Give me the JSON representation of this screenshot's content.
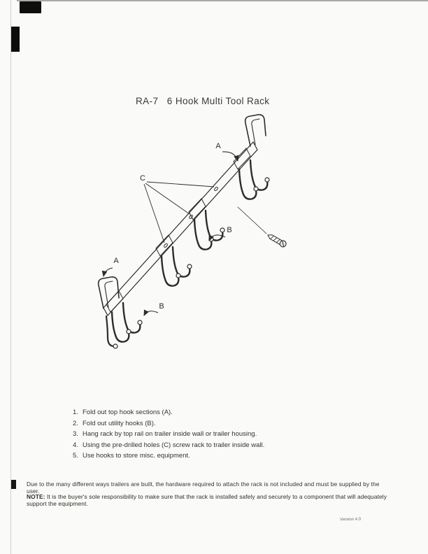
{
  "page": {
    "title": "RA-7   6 Hook Multi Tool Rack"
  },
  "diagram": {
    "labels": {
      "a_top": "A",
      "c": "C",
      "b_mid": "B",
      "a_left": "A",
      "b_bottom": "B"
    }
  },
  "instructions": {
    "items": [
      {
        "num": "1.",
        "text": "Fold out top hook sections (A)."
      },
      {
        "num": "2.",
        "text": "Fold out utility hooks (B)."
      },
      {
        "num": "3.",
        "text": "Hang rack by top rail on trailer inside wall or trailer housing."
      },
      {
        "num": "4.",
        "text": "Using the pre-drilled holes (C) screw rack to trailer inside wall."
      },
      {
        "num": "5.",
        "text": "Use hooks to store misc. equipment."
      }
    ]
  },
  "footer": {
    "disclaimer": "Due to the many different ways trailers are built, the hardware required to attach the rack is not included and must be supplied by the user.",
    "note_label": "NOTE:",
    "note_text": "It is the buyer's sole responsibility to make sure that the rack is installed safely and securely to a component that will adequately support the equipment.",
    "doc_code": "Version 4.0"
  },
  "colors": {
    "ink": "#2c2c2a",
    "paper": "#fafaf8"
  }
}
